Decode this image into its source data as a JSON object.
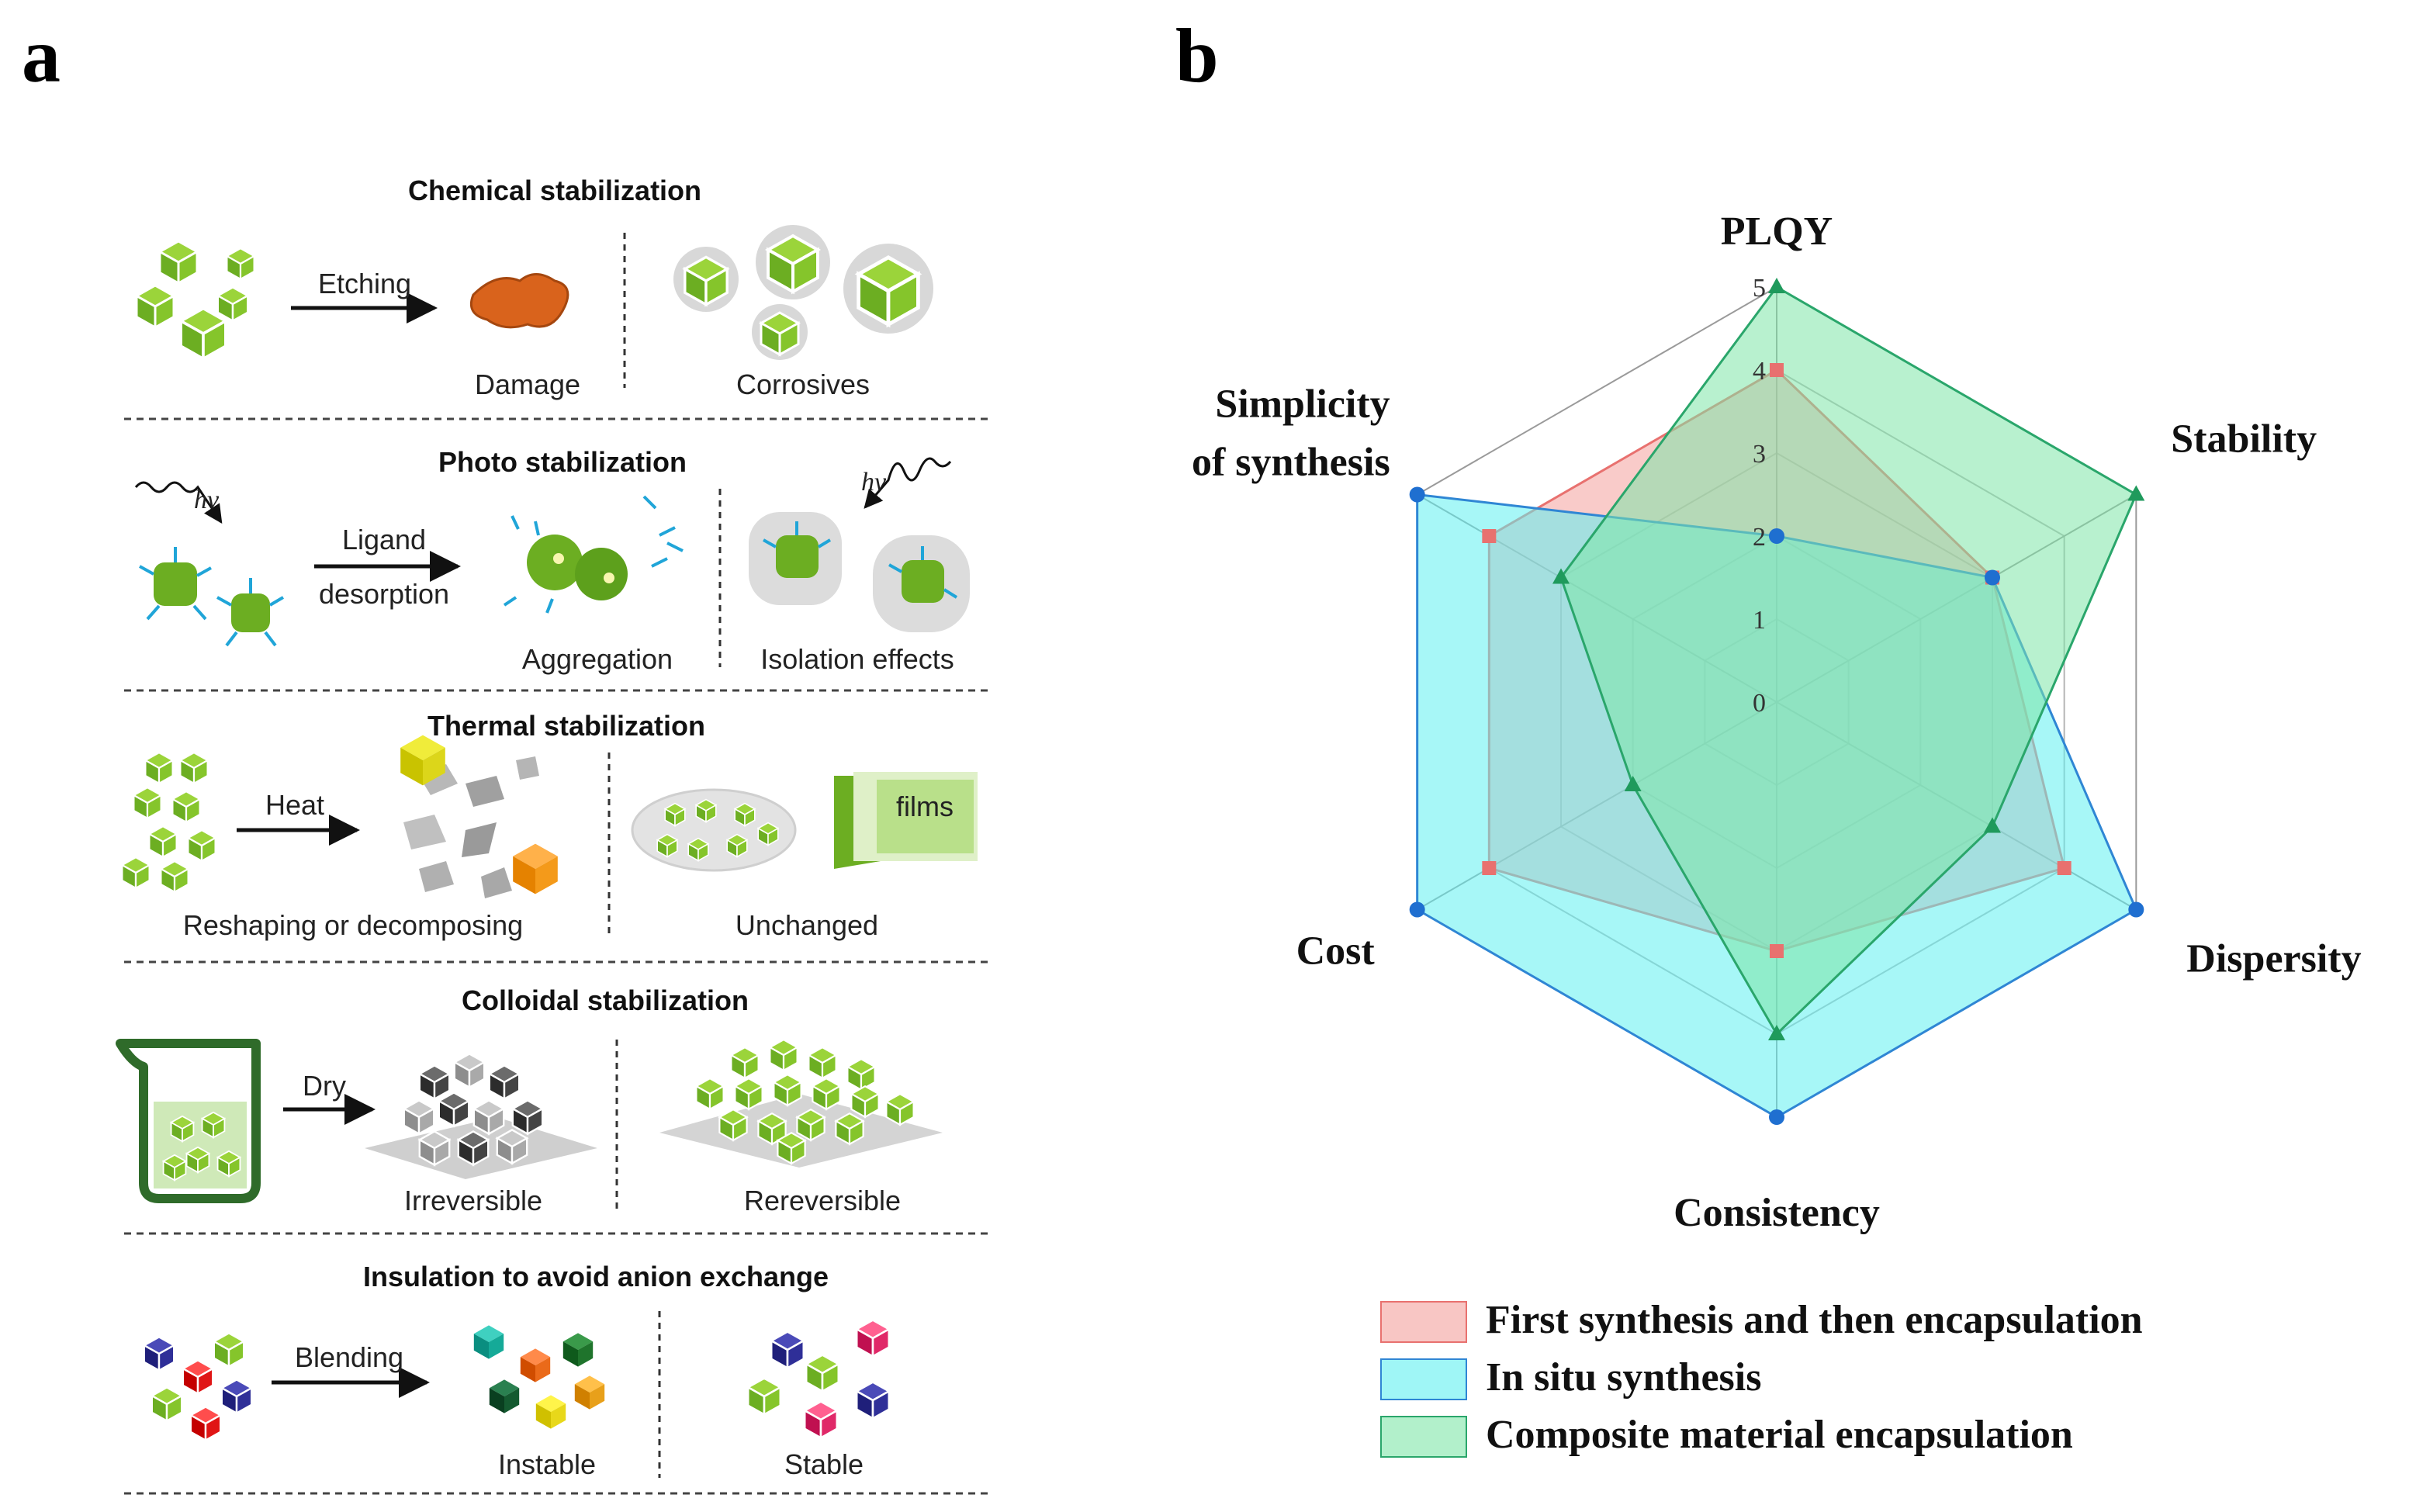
{
  "panel_a": {
    "letter": "a",
    "sections": [
      {
        "title": "Chemical stabilization",
        "labels": {
          "arrow": "Etching",
          "mid": "Damage",
          "right": "Corrosives"
        }
      },
      {
        "title": "Photo stabilization",
        "labels": {
          "hv1": "hv",
          "hv2": "hv",
          "arrow1": "Ligand",
          "arrow2": "desorption",
          "mid": "Aggregation",
          "right": "Isolation effects"
        }
      },
      {
        "title": "Thermal stabilization",
        "labels": {
          "arrow": "Heat",
          "films": "films",
          "mid": "Reshaping or decomposing",
          "right": "Unchanged"
        }
      },
      {
        "title": "Colloidal stabilization",
        "labels": {
          "arrow": "Dry",
          "mid": "Irreversible",
          "right": "Rereversible"
        }
      },
      {
        "title": "Insulation to avoid anion exchange",
        "labels": {
          "arrow": "Blending",
          "mid": "Instable",
          "right": "Stable"
        }
      }
    ]
  },
  "panel_b": {
    "letter": "b"
  },
  "chart_data": {
    "type": "radar",
    "axes": [
      "PLQY",
      "Stability",
      "Dispersity",
      "Consistency",
      "Cost",
      "Simplicity of synthesis"
    ],
    "axis_label_lines": [
      [
        "PLQY"
      ],
      [
        "Stability"
      ],
      [
        "Dispersity"
      ],
      [
        "Consistency"
      ],
      [
        "Cost"
      ],
      [
        "Simplicity",
        "of synthesis"
      ]
    ],
    "rlim": [
      0,
      5
    ],
    "ticks": [
      "0",
      "1",
      "2",
      "3",
      "4",
      "5"
    ],
    "series": [
      {
        "name": "First synthesis and then encapsulation",
        "values": [
          4,
          3,
          4,
          3,
          4,
          4
        ],
        "stroke": "#e8716f",
        "fill": "#f4a09c",
        "marker": "square",
        "marker_color": "#e8716f"
      },
      {
        "name": "In situ synthesis",
        "values": [
          2,
          3,
          5,
          5,
          5,
          5
        ],
        "stroke": "#2f86d4",
        "fill": "#5ff0f0",
        "marker": "circle",
        "marker_color": "#1f6fd0"
      },
      {
        "name": "Composite material encapsulation",
        "values": [
          5,
          5,
          3,
          4,
          2,
          3
        ],
        "stroke": "#2aa66b",
        "fill": "#7ee6a8",
        "marker": "triangle",
        "marker_color": "#1f9a5c"
      }
    ]
  }
}
